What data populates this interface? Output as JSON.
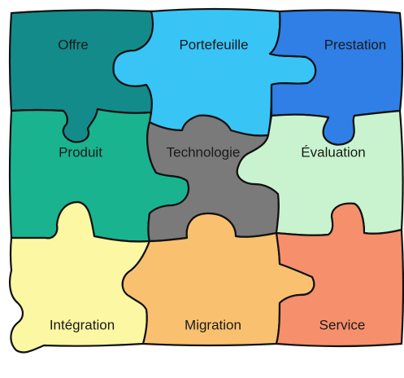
{
  "pieces": [
    {
      "key": "offre",
      "label": "Offre",
      "color": "#138b8b"
    },
    {
      "key": "portefeuille",
      "label": "Portefeuille",
      "color": "#39c4f6"
    },
    {
      "key": "prestation",
      "label": "Prestation",
      "color": "#2f7fe6"
    },
    {
      "key": "produit",
      "label": "Produit",
      "color": "#19b390"
    },
    {
      "key": "technologie",
      "label": "Technologie",
      "color": "#7a7a7a"
    },
    {
      "key": "evaluation",
      "label": "Évaluation",
      "color": "#c9f3cf"
    },
    {
      "key": "integration",
      "label": "Intégration",
      "color": "#fbf7a3"
    },
    {
      "key": "migration",
      "label": "Migration",
      "color": "#f9c16f"
    },
    {
      "key": "service",
      "label": "Service",
      "color": "#f68f6c"
    }
  ]
}
